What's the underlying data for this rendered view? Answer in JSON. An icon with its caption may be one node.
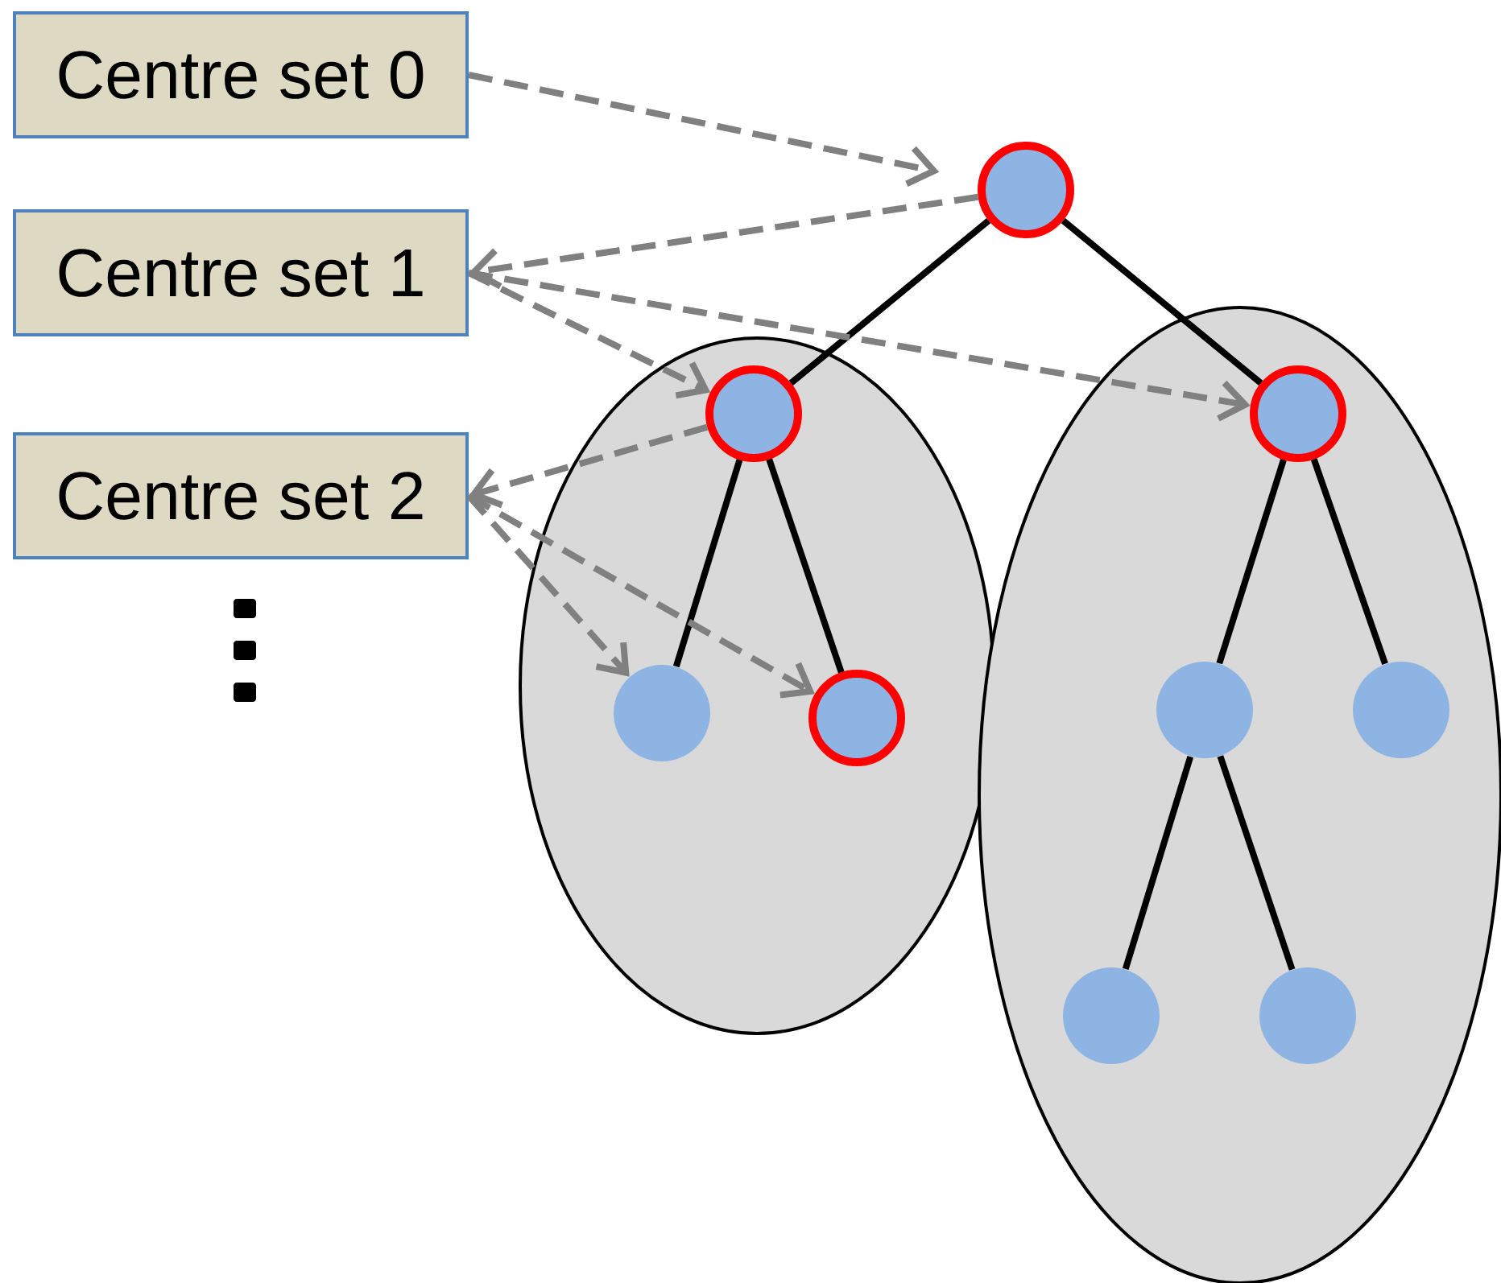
{
  "diagram": {
    "nodes": [
      {
        "text": [
          "Centre set 0"
        ]
      },
      {
        "text": [
          "Centre set 1"
        ]
      },
      {
        "text": [
          "Centre set 2"
        ]
      },
      {
        "text": [],
        "shape": "circle"
      },
      {
        "text": [],
        "shape": "ellipse"
      },
      {
        "text": [],
        "shape": "circle",
        "in": 4
      },
      {
        "text": [],
        "shape": "circle",
        "in": 4
      },
      {
        "text": [],
        "shape": "circle",
        "in": 4
      },
      {
        "text": [],
        "shape": "ellipse"
      },
      {
        "text": [],
        "shape": "circle",
        "in": 8
      },
      {
        "text": [],
        "shape": "circle",
        "in": 8
      },
      {
        "text": [],
        "shape": "circle",
        "in": 8
      },
      {
        "text": [],
        "shape": "circle",
        "in": 8
      },
      {
        "text": [],
        "shape": "circle",
        "in": 8
      }
    ],
    "edges": [
      {
        "from": 3,
        "to": 5,
        "arrow": "none"
      },
      {
        "from": 3,
        "to": 9,
        "arrow": "none"
      },
      {
        "from": 5,
        "to": 6,
        "arrow": "none"
      },
      {
        "from": 5,
        "to": 7,
        "arrow": "none"
      },
      {
        "from": 9,
        "to": 10,
        "arrow": "none"
      },
      {
        "from": 9,
        "to": 11,
        "arrow": "none"
      },
      {
        "from": 10,
        "to": 12,
        "arrow": "none"
      },
      {
        "from": 10,
        "to": 13,
        "arrow": "none"
      },
      {
        "from": 0,
        "to": 3,
        "arrow": "to",
        "style": "dashed",
        "color": "#808080"
      },
      {
        "from": 3,
        "to": 1,
        "arrow": "to",
        "style": "dashed",
        "color": "#808080"
      },
      {
        "from": 1,
        "to": 5,
        "arrow": "to",
        "style": "dashed",
        "color": "#808080"
      },
      {
        "from": 1,
        "to": 9,
        "arrow": "to",
        "style": "dashed",
        "color": "#808080"
      },
      {
        "from": 5,
        "to": 2,
        "arrow": "to",
        "style": "dashed",
        "color": "#808080"
      },
      {
        "from": 2,
        "to": 6,
        "arrow": "to",
        "style": "dashed",
        "color": "#808080"
      },
      {
        "from": 2,
        "to": 7,
        "arrow": "to",
        "style": "dashed",
        "color": "#808080"
      }
    ]
  }
}
